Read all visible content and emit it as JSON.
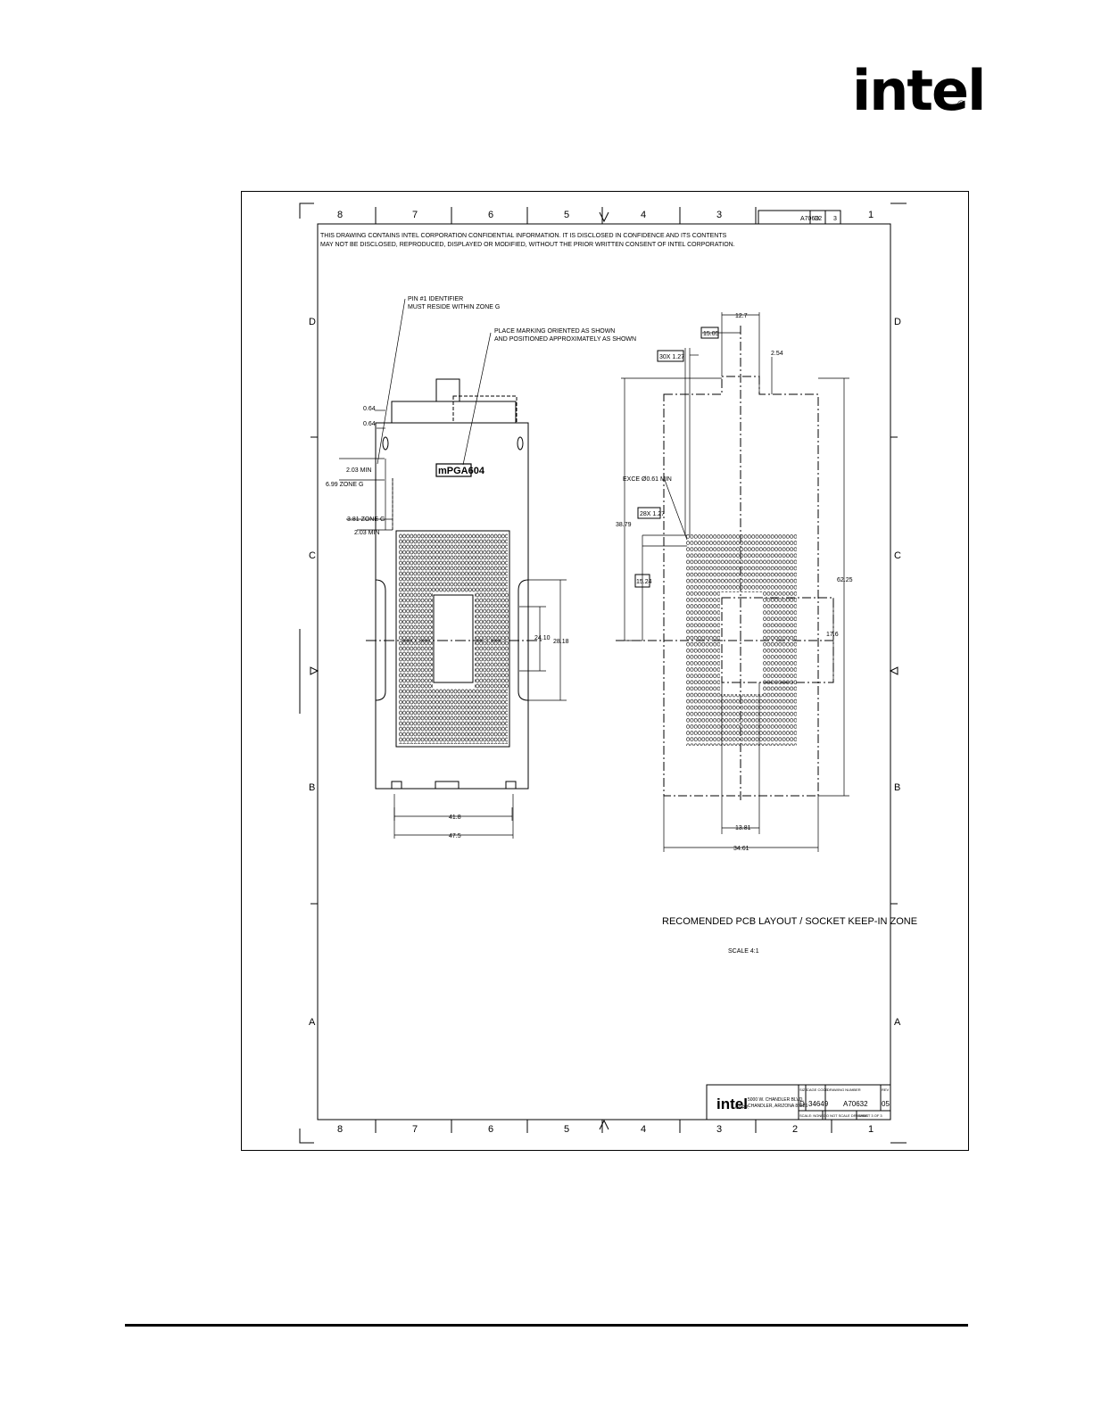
{
  "header": {
    "logo_text": "intel",
    "logo_reg": "®"
  },
  "drawing": {
    "zone_cols": [
      "8",
      "7",
      "6",
      "5",
      "4",
      "3",
      "2",
      "1"
    ],
    "zone_rows": [
      "D",
      "C",
      "B",
      "A"
    ],
    "notice_line1": "THIS DRAWING CONTAINS INTEL CORPORATION CONFIDENTIAL INFORMATION. IT IS DISCLOSED IN CONFIDENCE AND ITS CONTENTS",
    "notice_line2": "MAY NOT BE DISCLOSED, REPRODUCED, DISPLAYED OR MODIFIED, WITHOUT THE PRIOR WRITTEN CONSENT OF INTEL CORPORATION.",
    "note_pin1_line1": "PIN #1 IDENTIFIER",
    "note_pin1_line2": "MUST RESIDE WITHIN ZONE G",
    "note_marking_line1": "PLACE MARKING ORIENTED AS SHOWN",
    "note_marking_line2": "AND POSITIONED APPROXIMATELY AS SHOWN",
    "socket_label": "mPGA604",
    "dims_left": {
      "d_064a": "0.64",
      "d_064b": "0.64",
      "d_203min_a": "2.03 MIN",
      "d_699": "6.99 ZONE G",
      "d_381": "3.81 ZONE G",
      "d_203min_b": "2.03 MIN",
      "d_418": "41.8",
      "d_475": "47.5",
      "d_2410": "24.10",
      "d_2818": "28.18"
    },
    "dims_right": {
      "d_127": "12.7",
      "d_1505": "15.05",
      "d_30x127": "30X 1.27",
      "d_254": "2.54",
      "d_exce": "EXCE Ø0.61 MIN",
      "d_28x127": "28X 1.27",
      "d_3879": "38.79",
      "d_1524": "15.24",
      "d_6225": "62.25",
      "d_176": "17.6",
      "d_1381": "13.81",
      "d_3461": "34.61"
    },
    "view_title": "RECOMENDED PCB LAYOUT / SOCKET KEEP-IN ZONE",
    "view_scale": "SCALE 4:1",
    "rev_block": {
      "dwg_no": "A70632",
      "size": "D",
      "sheet": "3"
    },
    "title_block": {
      "logo": "intel",
      "corp": "CORP.",
      "address1": "5000 W. CHANDLER BLVD.",
      "address2": "CHANDLER, ARIZONA 85226",
      "size_label": "SIZE",
      "size": "D",
      "cage_label": "CAGE CODE",
      "cage": "34649",
      "dwg_label": "DRAWING NUMBER",
      "dwg": "A70632",
      "rev_label": "REV",
      "rev": "05",
      "scale": "SCALE: NONE",
      "noscale": "DO NOT SCALE DRAWING",
      "sheet": "SHEET 3 OF 3"
    }
  }
}
